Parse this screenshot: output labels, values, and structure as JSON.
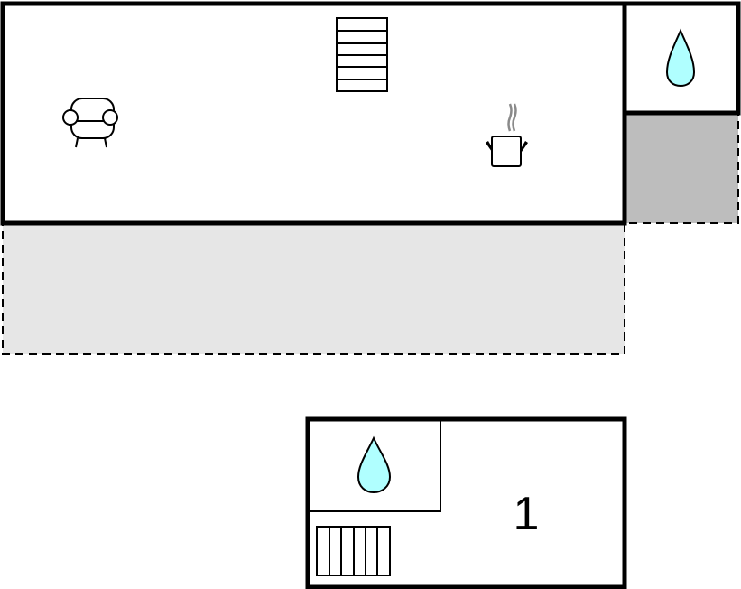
{
  "floorplan": {
    "ground_floor": {
      "rooms": [
        "living-room",
        "kitchen",
        "bathroom"
      ],
      "icons": [
        "sofa-icon",
        "stairs-icon",
        "cooking-pot-icon",
        "water-drop-icon"
      ]
    },
    "upper_floor": {
      "bedroom_count_label": "1",
      "icons": [
        "water-drop-icon",
        "stairs-icon"
      ]
    },
    "colors": {
      "wall": "#000000",
      "water": "#b0ffff",
      "covered_terrace": "#bdbdbd",
      "open_terrace": "#e6e6e6",
      "steam": "#8a8a8a"
    }
  }
}
